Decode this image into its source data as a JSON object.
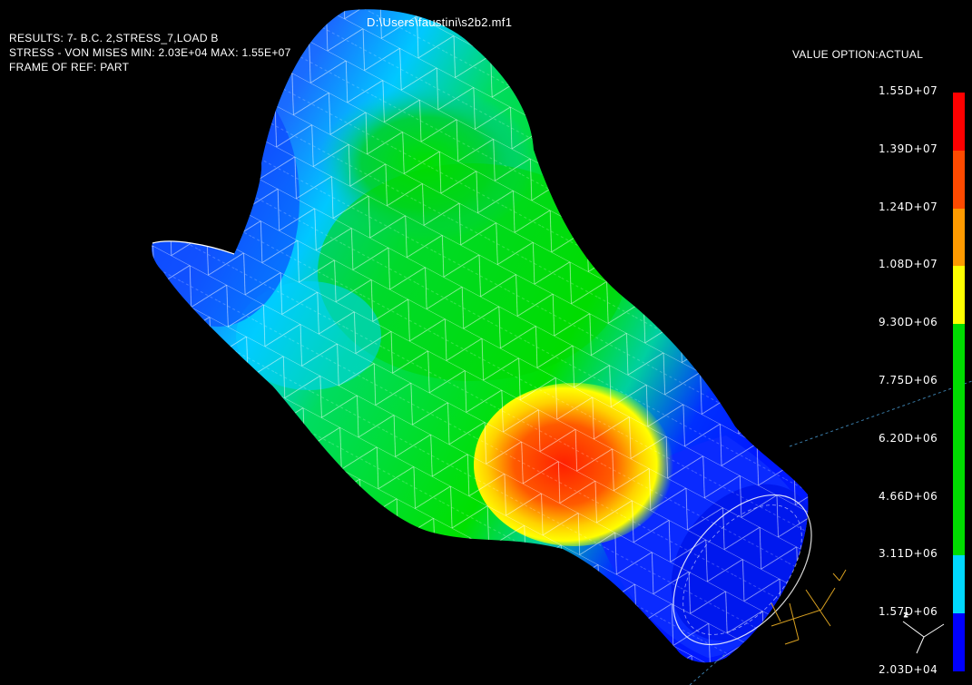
{
  "header": {
    "file_path": "D:\\Users\\faustini\\s2b2.mf1",
    "results_line": "RESULTS: 7- B.C. 2,STRESS_7,LOAD B",
    "stress_line": "STRESS - VON MISES MIN: 2.03E+04 MAX: 1.55E+07",
    "frame_line": "FRAME OF REF: PART",
    "value_option": "VALUE OPTION:ACTUAL"
  },
  "legend": {
    "labels": [
      "1.55D+07",
      "1.39D+07",
      "1.24D+07",
      "1.08D+07",
      "9.30D+06",
      "7.75D+06",
      "6.20D+06",
      "4.66D+06",
      "3.11D+06",
      "1.57D+06",
      "2.03D+04"
    ],
    "colors": [
      "#ff0000",
      "#ff4a00",
      "#ff9a00",
      "#ffff00",
      "#00dd00",
      "#00dd00",
      "#00dd00",
      "#00dd00",
      "#00d8ff",
      "#0000ff"
    ]
  },
  "model": {
    "description_colors": {
      "low": "#1030ff",
      "mid_low": "#00d0ff",
      "mid": "#00d000",
      "high": "#ff4000",
      "peak": "#ffff00"
    },
    "icons": [
      "triad-axis-icon",
      "part-origin-icon"
    ]
  }
}
